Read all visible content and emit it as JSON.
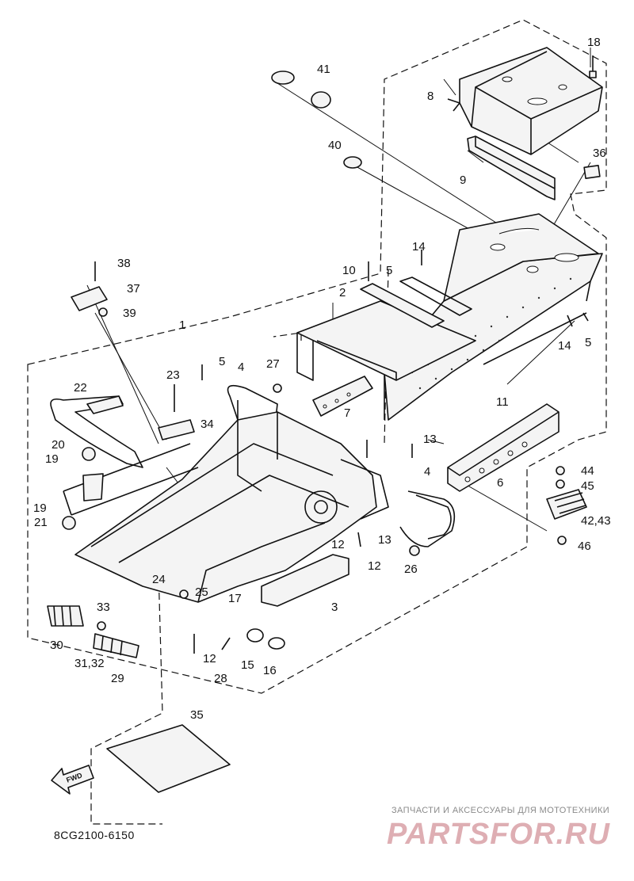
{
  "diagram": {
    "drawing_code": "8CG2100-6150",
    "fwd_label": "FWD",
    "callouts": [
      {
        "id": "1",
        "text": "1"
      },
      {
        "id": "2",
        "text": "2"
      },
      {
        "id": "3",
        "text": "3"
      },
      {
        "id": "4a",
        "text": "4"
      },
      {
        "id": "4b",
        "text": "4"
      },
      {
        "id": "5a",
        "text": "5"
      },
      {
        "id": "5b",
        "text": "5"
      },
      {
        "id": "5c",
        "text": "5"
      },
      {
        "id": "6",
        "text": "6"
      },
      {
        "id": "7",
        "text": "7"
      },
      {
        "id": "8",
        "text": "8"
      },
      {
        "id": "9",
        "text": "9"
      },
      {
        "id": "10",
        "text": "10"
      },
      {
        "id": "11",
        "text": "11"
      },
      {
        "id": "12a",
        "text": "12"
      },
      {
        "id": "12b",
        "text": "12"
      },
      {
        "id": "12c",
        "text": "12"
      },
      {
        "id": "13a",
        "text": "13"
      },
      {
        "id": "13b",
        "text": "13"
      },
      {
        "id": "14a",
        "text": "14"
      },
      {
        "id": "14b",
        "text": "14"
      },
      {
        "id": "15",
        "text": "15"
      },
      {
        "id": "16",
        "text": "16"
      },
      {
        "id": "17",
        "text": "17"
      },
      {
        "id": "18",
        "text": "18"
      },
      {
        "id": "19a",
        "text": "19"
      },
      {
        "id": "19b",
        "text": "19"
      },
      {
        "id": "20",
        "text": "20"
      },
      {
        "id": "21",
        "text": "21"
      },
      {
        "id": "22",
        "text": "22"
      },
      {
        "id": "23",
        "text": "23"
      },
      {
        "id": "24",
        "text": "24"
      },
      {
        "id": "25",
        "text": "25"
      },
      {
        "id": "26",
        "text": "26"
      },
      {
        "id": "27",
        "text": "27"
      },
      {
        "id": "28",
        "text": "28"
      },
      {
        "id": "29",
        "text": "29"
      },
      {
        "id": "30",
        "text": "30"
      },
      {
        "id": "31_32",
        "text": "31,32"
      },
      {
        "id": "33",
        "text": "33"
      },
      {
        "id": "34",
        "text": "34"
      },
      {
        "id": "35",
        "text": "35"
      },
      {
        "id": "36",
        "text": "36"
      },
      {
        "id": "37",
        "text": "37"
      },
      {
        "id": "38",
        "text": "38"
      },
      {
        "id": "39",
        "text": "39"
      },
      {
        "id": "40",
        "text": "40"
      },
      {
        "id": "41",
        "text": "41"
      },
      {
        "id": "42_43",
        "text": "42,43"
      },
      {
        "id": "44",
        "text": "44"
      },
      {
        "id": "45",
        "text": "45"
      },
      {
        "id": "46",
        "text": "46"
      }
    ]
  },
  "watermark": {
    "tagline": "ЗАПЧАСТИ И АКСЕССУАРЫ ДЛЯ МОТОТЕХНИКИ",
    "logo_text": "PARTSFOR.RU",
    "color": "#d9a0a6"
  }
}
